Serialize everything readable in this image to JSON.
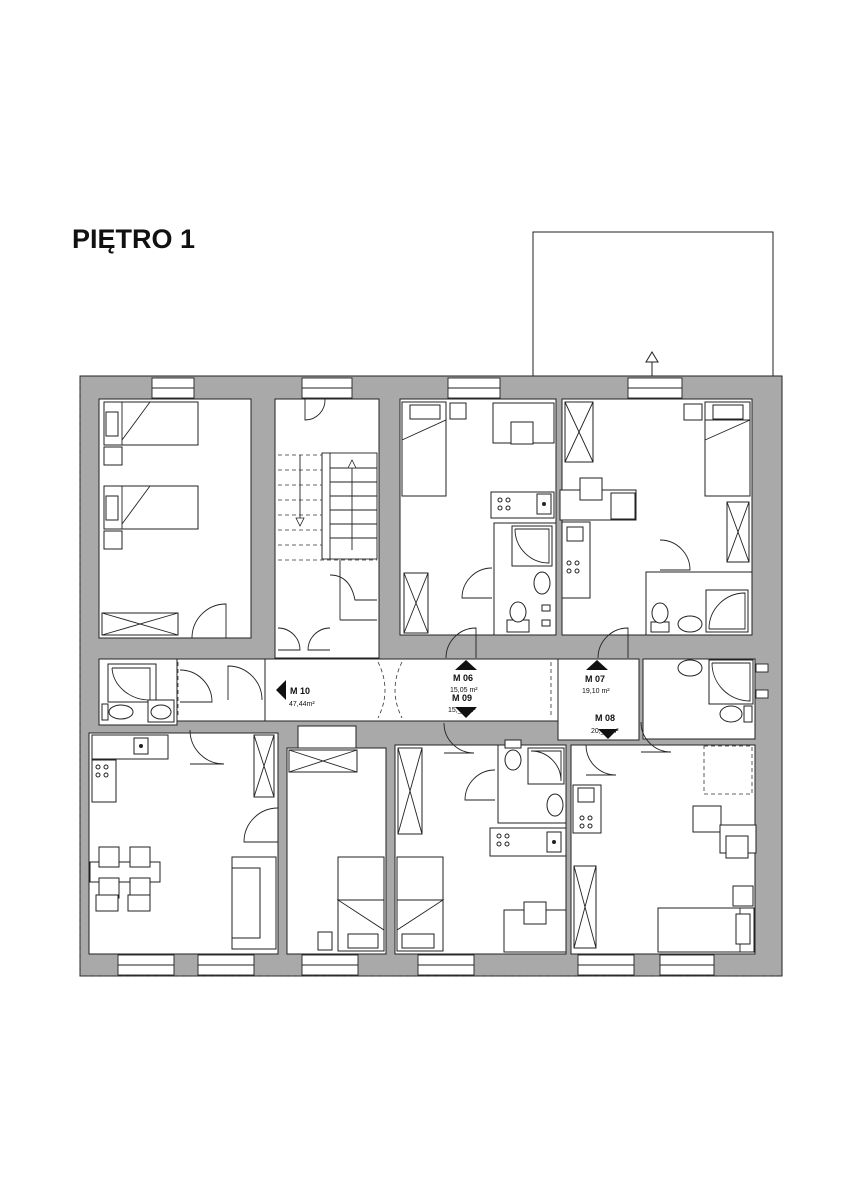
{
  "floor_title": "PIĘTRO 1",
  "units": [
    {
      "id": "M 10",
      "area": "47,44m²"
    },
    {
      "id": "M 06",
      "area": "15,05 m²"
    },
    {
      "id": "M 09",
      "area": "15,__ m²"
    },
    {
      "id": "M 07",
      "area": "19,10 m²"
    },
    {
      "id": "M 08",
      "area": "20,__ m²"
    }
  ],
  "icons": {
    "entry_marker": "triangle-arrow-icon",
    "stair_direction": "arrow-up-icon"
  }
}
